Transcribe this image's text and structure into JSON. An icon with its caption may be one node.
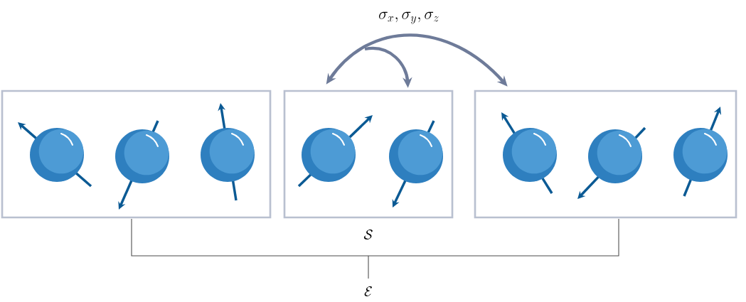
{
  "diagram": {
    "nodes": [
      {
        "text": [],
        "shape": "box"
      },
      {
        "text": [],
        "shape": "box"
      },
      {
        "text": [],
        "shape": "box"
      }
    ],
    "edges": [
      {
        "from": 1,
        "to": 2,
        "arrow": "both",
        "label": "\\sigma_x, \\sigma_y, \\sigma_z"
      },
      {
        "from": null,
        "to": 1,
        "arrow": "to"
      }
    ],
    "labels": [
      "\\mathcal{S}",
      "\\mathcal{E}"
    ]
  }
}
